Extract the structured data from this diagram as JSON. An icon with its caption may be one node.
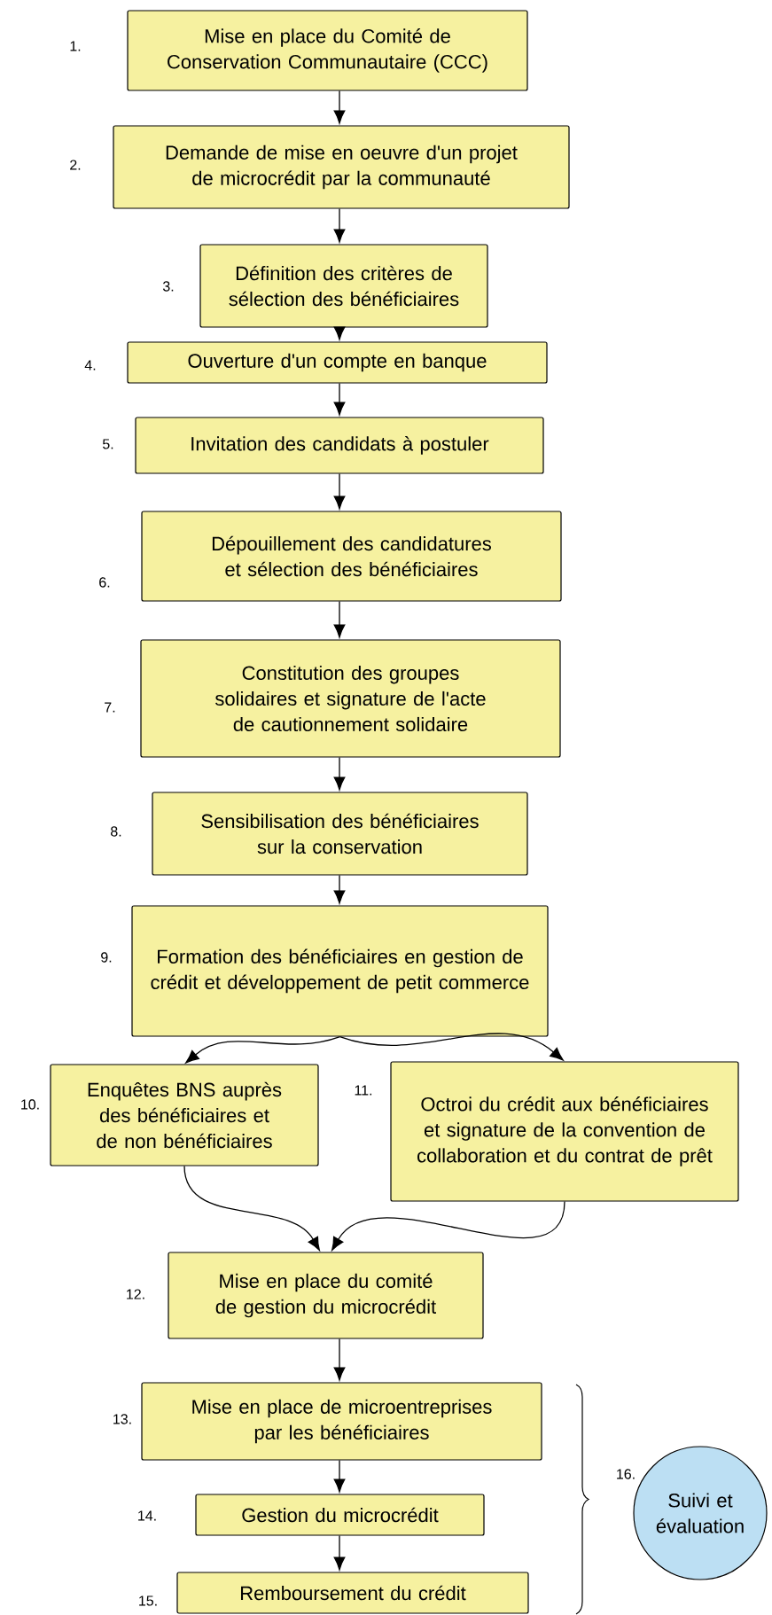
{
  "diagram": {
    "nodes": [
      {
        "text": [
          "Mise en place du Comité de Conservation Communautaire (CCC)"
        ],
        "beside": [
          "1."
        ]
      },
      {
        "text": [
          "Demande de mise en oeuvre d'un projet de microcrédit par la communauté"
        ],
        "beside": [
          "2."
        ]
      },
      {
        "text": [
          "Définition des critères de sélection des bénéficiaires"
        ],
        "beside": [
          "3."
        ]
      },
      {
        "text": [
          "Ouverture d'un compte en banque"
        ],
        "beside": [
          "4."
        ]
      },
      {
        "text": [
          "Invitation des candidats à postuler"
        ],
        "beside": [
          "5."
        ]
      },
      {
        "text": [
          "Dépouillement des candidatures et sélection des bénéficiaires"
        ],
        "beside": [
          "6."
        ]
      },
      {
        "text": [
          "Constitution des groupes solidaires et signature de l'acte de cautionnement solidaire"
        ],
        "beside": [
          "7."
        ]
      },
      {
        "text": [
          "Sensibilisation des bénéficiaires sur la conservation"
        ],
        "beside": [
          "8."
        ]
      },
      {
        "text": [
          "Formation des bénéficiaires en gestion de crédit et développement de petit commerce"
        ],
        "beside": [
          "9."
        ]
      },
      {
        "text": [
          "Enquêtes BNS auprès des bénéficiaires et de non bénéficiaires"
        ],
        "beside": [
          "10."
        ]
      },
      {
        "text": [
          "Octroi du crédit aux bénéficiaires et signature de la convention de collaboration et du contrat de prêt"
        ],
        "beside": [
          "11."
        ]
      },
      {
        "text": [
          "Mise en place du comité de gestion du microcrédit"
        ],
        "beside": [
          "12."
        ]
      },
      {
        "text": [
          "Mise en place de microentreprises par les bénéficiaires"
        ],
        "beside": [
          "13."
        ]
      },
      {
        "text": [
          "Gestion du microcrédit"
        ],
        "beside": [
          "14."
        ]
      },
      {
        "text": [
          "Remboursement du crédit"
        ],
        "beside": [
          "15."
        ]
      },
      {
        "text": [
          "Suivi et évaluation"
        ],
        "beside": [
          "16."
        ]
      }
    ],
    "edges": [
      {
        "from": 0,
        "to": 1,
        "arrow": "to"
      },
      {
        "from": 1,
        "to": 2,
        "arrow": "to"
      },
      {
        "from": 2,
        "to": 3,
        "arrow": "to"
      },
      {
        "from": 3,
        "to": 4,
        "arrow": "to"
      },
      {
        "from": 4,
        "to": 5,
        "arrow": "to"
      },
      {
        "from": 5,
        "to": 6,
        "arrow": "to"
      },
      {
        "from": 6,
        "to": 7,
        "arrow": "to"
      },
      {
        "from": 7,
        "to": 8,
        "arrow": "to"
      },
      {
        "from": 8,
        "to": 9,
        "arrow": "to"
      },
      {
        "from": 8,
        "to": 10,
        "arrow": "to"
      },
      {
        "from": 9,
        "to": 11,
        "arrow": "to"
      },
      {
        "from": 10,
        "to": 11,
        "arrow": "to"
      },
      {
        "from": 11,
        "to": 12,
        "arrow": "to"
      },
      {
        "from": 12,
        "to": 13,
        "arrow": "to"
      },
      {
        "from": 13,
        "to": 14,
        "arrow": "to"
      }
    ]
  }
}
